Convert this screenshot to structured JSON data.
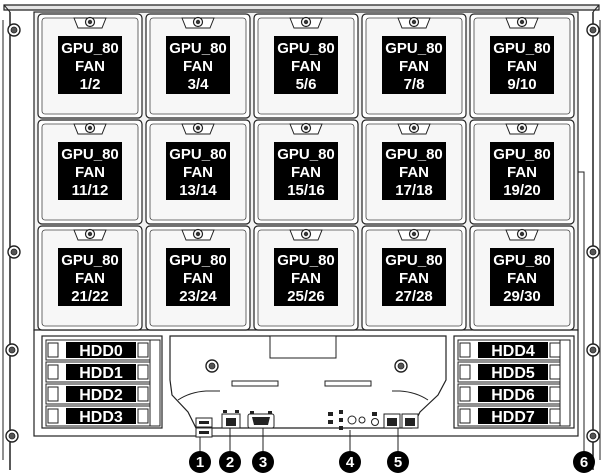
{
  "fans": [
    {
      "line1": "GPU_80",
      "line2": "FAN",
      "line3": "1/2"
    },
    {
      "line1": "GPU_80",
      "line2": "FAN",
      "line3": "3/4"
    },
    {
      "line1": "GPU_80",
      "line2": "FAN",
      "line3": "5/6"
    },
    {
      "line1": "GPU_80",
      "line2": "FAN",
      "line3": "7/8"
    },
    {
      "line1": "GPU_80",
      "line2": "FAN",
      "line3": "9/10"
    },
    {
      "line1": "GPU_80",
      "line2": "FAN",
      "line3": "11/12"
    },
    {
      "line1": "GPU_80",
      "line2": "FAN",
      "line3": "13/14"
    },
    {
      "line1": "GPU_80",
      "line2": "FAN",
      "line3": "15/16"
    },
    {
      "line1": "GPU_80",
      "line2": "FAN",
      "line3": "17/18"
    },
    {
      "line1": "GPU_80",
      "line2": "FAN",
      "line3": "19/20"
    },
    {
      "line1": "GPU_80",
      "line2": "FAN",
      "line3": "21/22"
    },
    {
      "line1": "GPU_80",
      "line2": "FAN",
      "line3": "23/24"
    },
    {
      "line1": "GPU_80",
      "line2": "FAN",
      "line3": "25/26"
    },
    {
      "line1": "GPU_80",
      "line2": "FAN",
      "line3": "27/28"
    },
    {
      "line1": "GPU_80",
      "line2": "FAN",
      "line3": "29/30"
    }
  ],
  "hdd_left": [
    "HDD0",
    "HDD1",
    "HDD2",
    "HDD3"
  ],
  "hdd_right": [
    "HDD4",
    "HDD5",
    "HDD6",
    "HDD7"
  ],
  "callouts": [
    "1",
    "2",
    "3",
    "4",
    "5",
    "6"
  ]
}
